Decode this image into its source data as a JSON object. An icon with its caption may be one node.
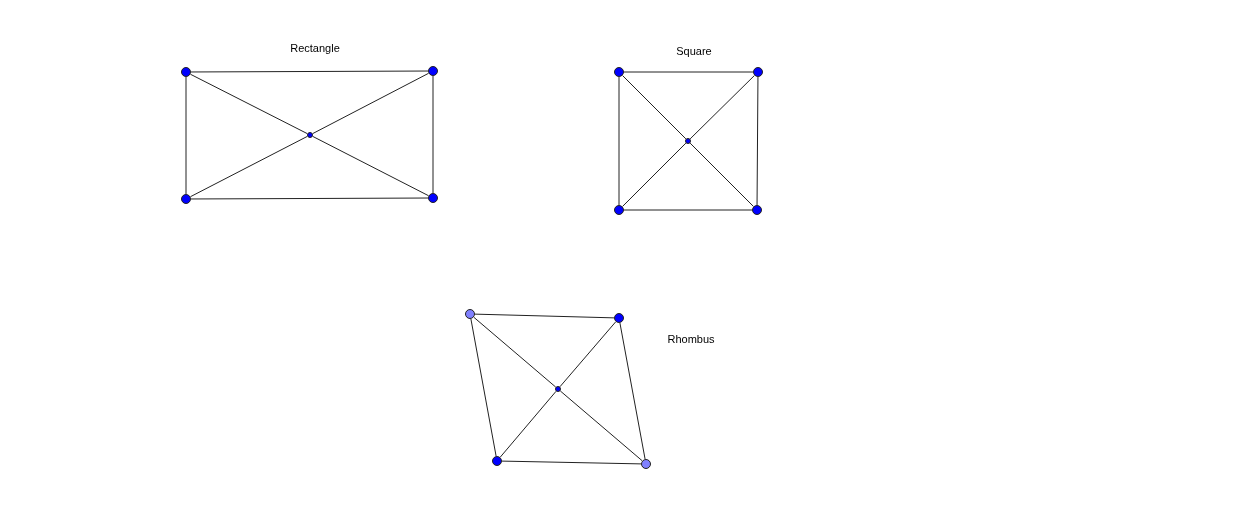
{
  "diagram": {
    "nodes": [
      {
        "text": [],
        "shape": "circle"
      },
      {
        "text": [],
        "shape": "circle"
      },
      {
        "text": [],
        "shape": "circle"
      },
      {
        "text": [],
        "shape": "circle"
      },
      {
        "text": [],
        "shape": "circle"
      },
      {
        "text": [],
        "shape": "circle"
      },
      {
        "text": [],
        "shape": "circle"
      },
      {
        "text": [],
        "shape": "circle"
      },
      {
        "text": [],
        "shape": "circle"
      },
      {
        "text": [],
        "shape": "circle"
      },
      {
        "text": [],
        "shape": "circle"
      },
      {
        "text": [],
        "shape": "circle"
      },
      {
        "text": [],
        "shape": "circle"
      },
      {
        "text": [],
        "shape": "circle"
      },
      {
        "text": [],
        "shape": "circle"
      }
    ],
    "edges": [
      {
        "from": 0,
        "to": 1,
        "arrow": "none"
      },
      {
        "from": 1,
        "to": 4,
        "arrow": "none"
      },
      {
        "from": 4,
        "to": 3,
        "arrow": "none"
      },
      {
        "from": 3,
        "to": 0,
        "arrow": "none"
      },
      {
        "from": 0,
        "to": 2,
        "arrow": "none"
      },
      {
        "from": 2,
        "to": 4,
        "arrow": "none"
      },
      {
        "from": 1,
        "to": 2,
        "arrow": "none"
      },
      {
        "from": 2,
        "to": 3,
        "arrow": "none"
      },
      {
        "from": 5,
        "to": 6,
        "arrow": "none"
      },
      {
        "from": 6,
        "to": 9,
        "arrow": "none"
      },
      {
        "from": 9,
        "to": 8,
        "arrow": "none"
      },
      {
        "from": 8,
        "to": 5,
        "arrow": "none"
      },
      {
        "from": 5,
        "to": 7,
        "arrow": "none"
      },
      {
        "from": 7,
        "to": 9,
        "arrow": "none"
      },
      {
        "from": 6,
        "to": 7,
        "arrow": "none"
      },
      {
        "from": 7,
        "to": 8,
        "arrow": "none"
      },
      {
        "from": 10,
        "to": 11,
        "arrow": "none"
      },
      {
        "from": 11,
        "to": 14,
        "arrow": "none"
      },
      {
        "from": 14,
        "to": 13,
        "arrow": "none"
      },
      {
        "from": 13,
        "to": 10,
        "arrow": "none"
      },
      {
        "from": 10,
        "to": 12,
        "arrow": "none"
      },
      {
        "from": 12,
        "to": 14,
        "arrow": "none"
      },
      {
        "from": 11,
        "to": 12,
        "arrow": "none"
      },
      {
        "from": 12,
        "to": 13,
        "arrow": "none"
      }
    ],
    "labels": [
      "Rectangle",
      "Square",
      "Rhombus"
    ]
  }
}
